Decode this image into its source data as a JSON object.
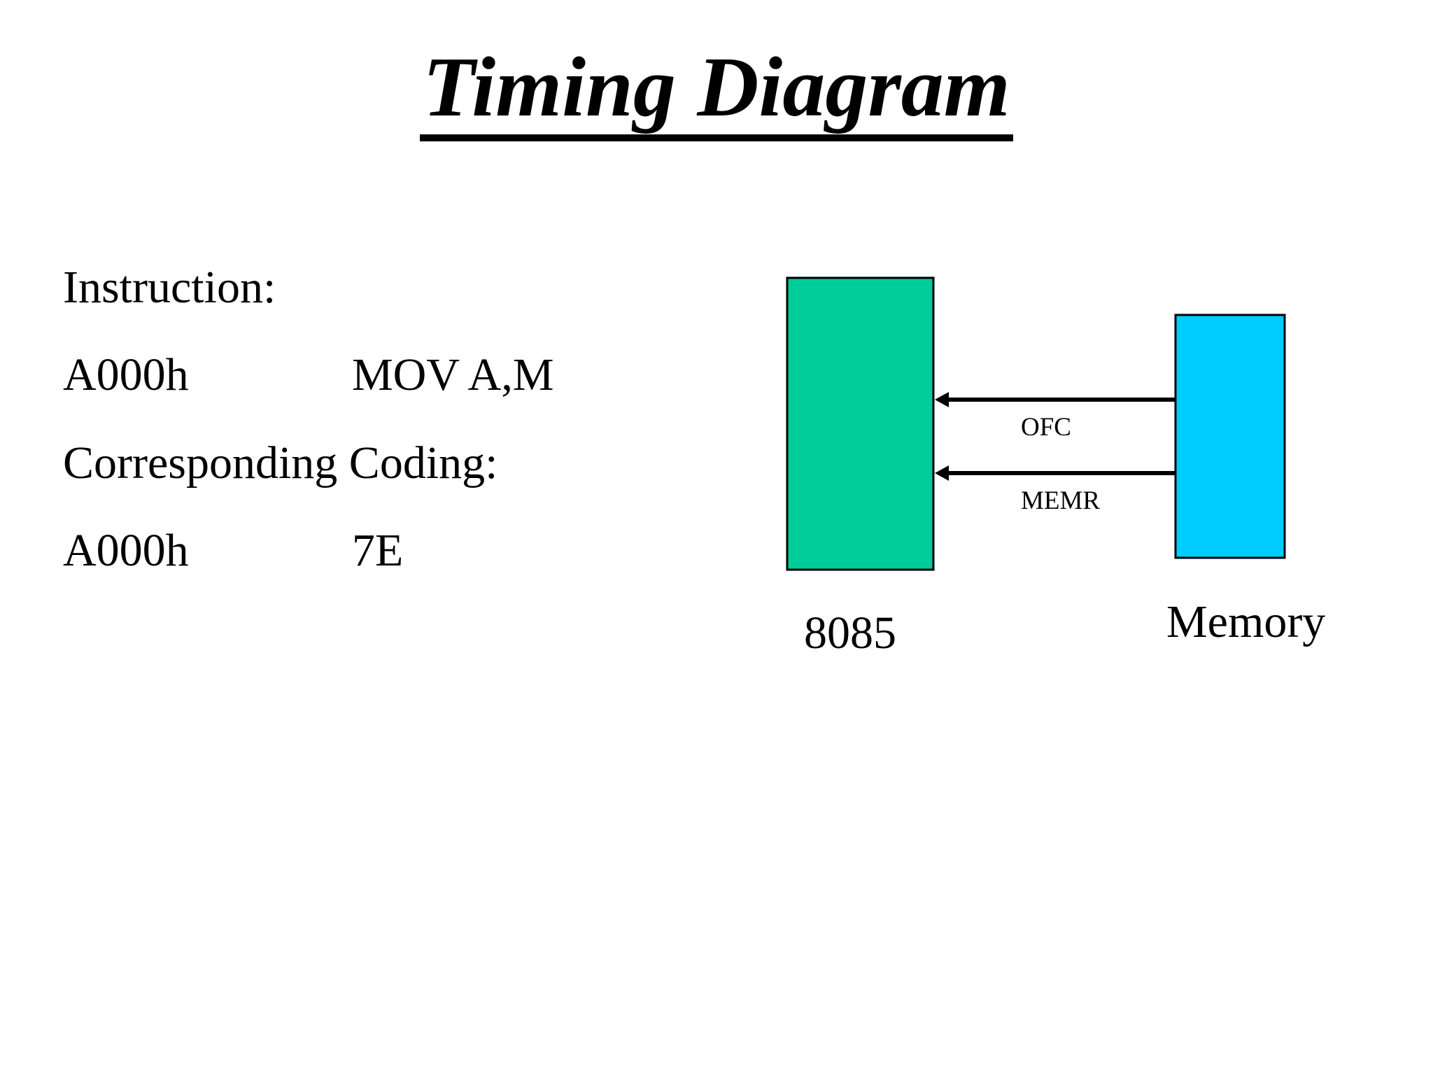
{
  "title": "Timing Diagram",
  "instruction": {
    "heading": "Instruction:",
    "address": "A000h",
    "mnemonic": "MOV A,M"
  },
  "coding": {
    "heading": "Corresponding Coding:",
    "address": "A000h",
    "opcode": "7E"
  },
  "diagram": {
    "cpu_label": "8085",
    "memory_label": "Memory",
    "signals": [
      "OFC",
      "MEMR"
    ],
    "colors": {
      "cpu": "#00cc99",
      "memory": "#00ccff",
      "line": "#000000"
    }
  }
}
